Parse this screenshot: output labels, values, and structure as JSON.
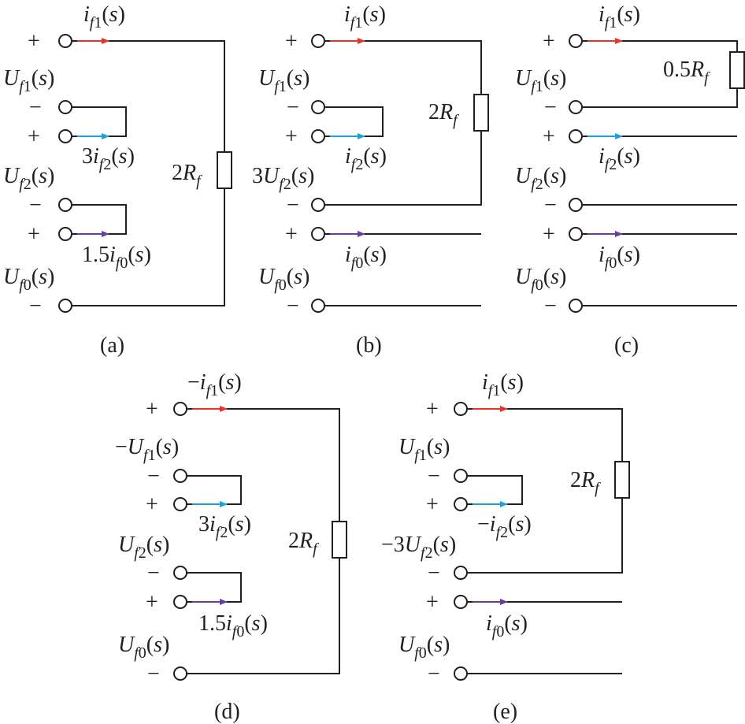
{
  "colors": {
    "ink": "#231f20",
    "arrow_phase1": "#e8332a",
    "arrow_phase2": "#1ba1dc",
    "arrow_phase0": "#6a3d9a"
  },
  "panels": {
    "a": {
      "caption": "(a)",
      "labels": {
        "i1": "i_{f1}(s)",
        "u1": "U_{f1}(s)",
        "i2": "3i_{f2}(s)",
        "u2": "U_{f2}(s)",
        "i0": "1.5i_{f0}(s)",
        "u0": "U_{f0}(s)",
        "r": "2R_{f}"
      }
    },
    "b": {
      "caption": "(b)",
      "labels": {
        "i1": "i_{f1}(s)",
        "u1": "U_{f1}(s)",
        "i2": "i_{f2}(s)",
        "u2": "3U_{f2}(s)",
        "i0": "i_{f0}(s)",
        "u0": "U_{f0}(s)",
        "r": "2R_{f}"
      }
    },
    "c": {
      "caption": "(c)",
      "labels": {
        "i1": "i_{f1}(s)",
        "u1": "U_{f1}(s)",
        "i2": "i_{f2}(s)",
        "u2": "U_{f2}(s)",
        "i0": "i_{f0}(s)",
        "u0": "U_{f0}(s)",
        "r": "0.5R_{f}"
      }
    },
    "d": {
      "caption": "(d)",
      "labels": {
        "i1": "−i_{f1}(s)",
        "u1": "−U_{f1}(s)",
        "i2": "3i_{f2}(s)",
        "u2": "U_{f2}(s)",
        "i0": "1.5i_{f0}(s)",
        "u0": "U_{f0}(s)",
        "r": "2R_{f}"
      }
    },
    "e": {
      "caption": "(e)",
      "labels": {
        "i1": "i_{f1}(s)",
        "u1": "U_{f1}(s)",
        "i2": "−i_{f2}(s)",
        "u2": "−3U_{f2}(s)",
        "i0": "i_{f0}(s)",
        "u0": "U_{f0}(s)",
        "r": "2R_{f}"
      }
    }
  },
  "signs": {
    "plus": "+",
    "minus": "−"
  }
}
